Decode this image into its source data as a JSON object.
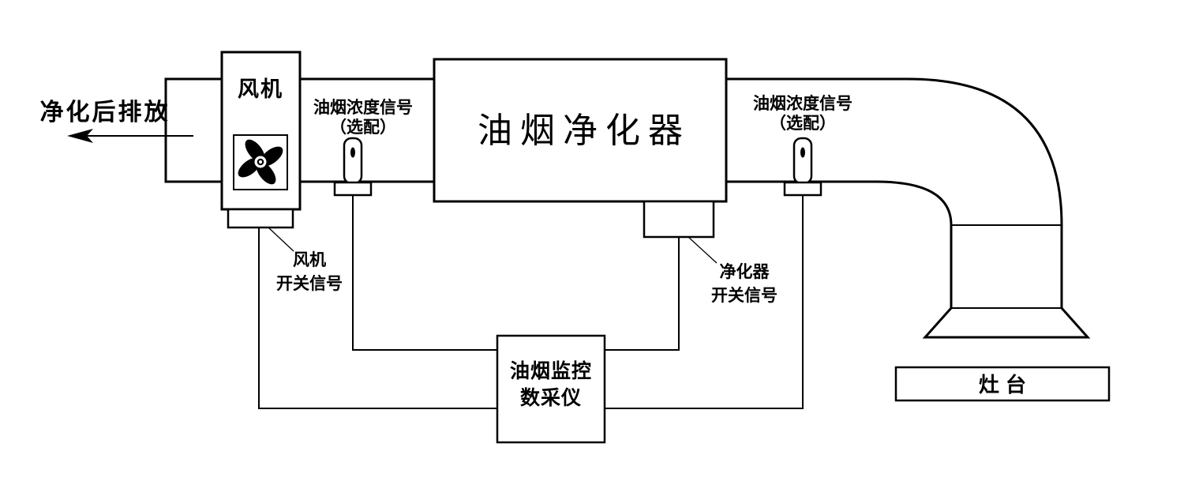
{
  "diagram": {
    "background": "#ffffff",
    "line_color": "#000000",
    "exhaust_label": "净化后排放",
    "fan_box": {
      "label": "风机",
      "icon": "fan-icon"
    },
    "sensors": [
      {
        "position": "left",
        "line1": "油烟浓度信号",
        "line2": "（选配）",
        "icon": "sensor-probe-icon"
      },
      {
        "position": "right",
        "line1": "油烟浓度信号",
        "line2": "（选配）",
        "icon": "sensor-probe-icon"
      }
    ],
    "purifier_label": "油烟净化器",
    "fan_switch_label": {
      "line1": "风机",
      "line2": "开关信号"
    },
    "purifier_switch_label": {
      "line1": "净化器",
      "line2": "开关信号"
    },
    "daq_box": {
      "line1": "油烟监控",
      "line2": "数采仪"
    },
    "stove_label": "灶台"
  }
}
